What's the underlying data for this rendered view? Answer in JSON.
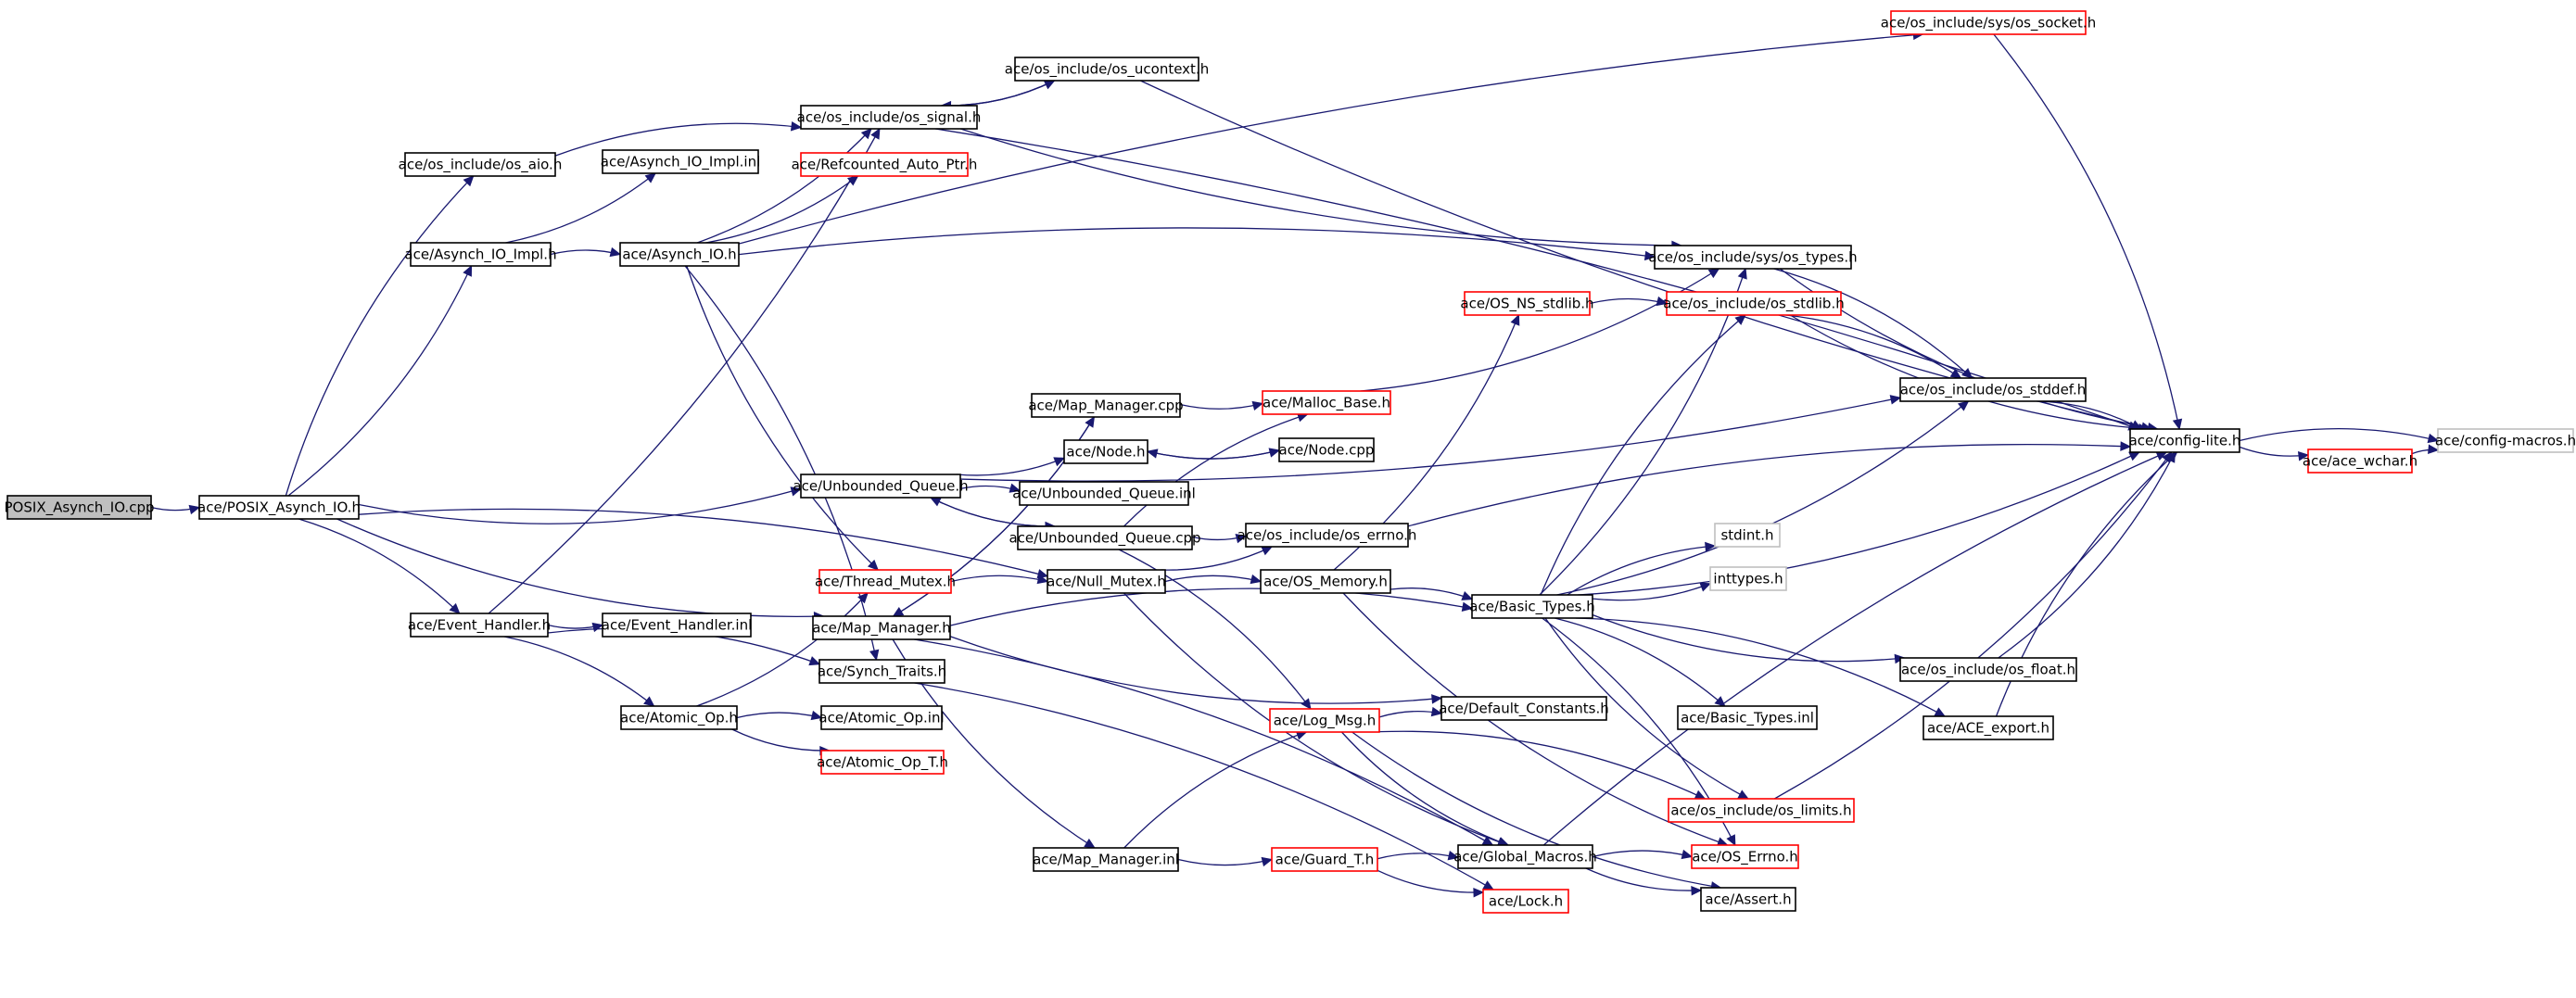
{
  "style": {
    "edge_color": "#191970",
    "border_normal": "#000000",
    "border_truncated": "#ff0000",
    "border_external": "#bfbfbf",
    "root_fill": "#bfbfbf"
  },
  "nodes": [
    {
      "id": "root",
      "label": "POSIX_Asynch_IO.cpp",
      "kind": "root"
    },
    {
      "id": "posix_asynch_io_h",
      "label": "ace/POSIX_Asynch_IO.h",
      "kind": "normal"
    },
    {
      "id": "os_aio",
      "label": "ace/os_include/os_aio.h",
      "kind": "normal"
    },
    {
      "id": "asynch_io_impl_h",
      "label": "ace/Asynch_IO_Impl.h",
      "kind": "normal"
    },
    {
      "id": "event_handler_h",
      "label": "ace/Event_Handler.h",
      "kind": "normal"
    },
    {
      "id": "asynch_io_impl_inl",
      "label": "ace/Asynch_IO_Impl.inl",
      "kind": "normal"
    },
    {
      "id": "asynch_io_h",
      "label": "ace/Asynch_IO.h",
      "kind": "normal"
    },
    {
      "id": "event_handler_inl",
      "label": "ace/Event_Handler.inl",
      "kind": "normal"
    },
    {
      "id": "atomic_op_h",
      "label": "ace/Atomic_Op.h",
      "kind": "normal"
    },
    {
      "id": "os_socket",
      "label": "ace/os_include/sys/os_socket.h",
      "kind": "truncated"
    },
    {
      "id": "os_ucontext",
      "label": "ace/os_include/os_ucontext.h",
      "kind": "normal"
    },
    {
      "id": "os_signal",
      "label": "ace/os_include/os_signal.h",
      "kind": "normal"
    },
    {
      "id": "refcounted",
      "label": "ace/Refcounted_Auto_Ptr.h",
      "kind": "truncated"
    },
    {
      "id": "unbounded_queue_h",
      "label": "ace/Unbounded_Queue.h",
      "kind": "normal"
    },
    {
      "id": "thread_mutex",
      "label": "ace/Thread_Mutex.h",
      "kind": "truncated"
    },
    {
      "id": "map_manager_h",
      "label": "ace/Map_Manager.h",
      "kind": "normal"
    },
    {
      "id": "synch_traits",
      "label": "ace/Synch_Traits.h",
      "kind": "normal"
    },
    {
      "id": "atomic_op_inl",
      "label": "ace/Atomic_Op.inl",
      "kind": "normal"
    },
    {
      "id": "atomic_op_t",
      "label": "ace/Atomic_Op_T.h",
      "kind": "truncated"
    },
    {
      "id": "map_manager_cpp",
      "label": "ace/Map_Manager.cpp",
      "kind": "normal"
    },
    {
      "id": "node_h",
      "label": "ace/Node.h",
      "kind": "normal"
    },
    {
      "id": "unbounded_queue_inl",
      "label": "ace/Unbounded_Queue.inl",
      "kind": "normal"
    },
    {
      "id": "unbounded_queue_cpp",
      "label": "ace/Unbounded_Queue.cpp",
      "kind": "normal"
    },
    {
      "id": "null_mutex",
      "label": "ace/Null_Mutex.h",
      "kind": "normal"
    },
    {
      "id": "map_manager_inl",
      "label": "ace/Map_Manager.inl",
      "kind": "normal"
    },
    {
      "id": "malloc_base",
      "label": "ace/Malloc_Base.h",
      "kind": "truncated"
    },
    {
      "id": "node_cpp",
      "label": "ace/Node.cpp",
      "kind": "normal"
    },
    {
      "id": "os_errno",
      "label": "ace/os_include/os_errno.h",
      "kind": "normal"
    },
    {
      "id": "os_memory",
      "label": "ace/OS_Memory.h",
      "kind": "normal"
    },
    {
      "id": "log_msg",
      "label": "ace/Log_Msg.h",
      "kind": "truncated"
    },
    {
      "id": "guard_t",
      "label": "ace/Guard_T.h",
      "kind": "truncated"
    },
    {
      "id": "os_ns_stdlib",
      "label": "ace/OS_NS_stdlib.h",
      "kind": "truncated"
    },
    {
      "id": "default_constants",
      "label": "ace/Default_Constants.h",
      "kind": "normal"
    },
    {
      "id": "global_macros",
      "label": "ace/Global_Macros.h",
      "kind": "normal"
    },
    {
      "id": "lock_h",
      "label": "ace/Lock.h",
      "kind": "truncated"
    },
    {
      "id": "basic_types_h",
      "label": "ace/Basic_Types.h",
      "kind": "normal"
    },
    {
      "id": "os_types",
      "label": "ace/os_include/sys/os_types.h",
      "kind": "normal"
    },
    {
      "id": "os_stdlib",
      "label": "ace/os_include/os_stdlib.h",
      "kind": "truncated"
    },
    {
      "id": "stdint",
      "label": "stdint.h",
      "kind": "external"
    },
    {
      "id": "inttypes",
      "label": "inttypes.h",
      "kind": "external"
    },
    {
      "id": "basic_types_inl",
      "label": "ace/Basic_Types.inl",
      "kind": "normal"
    },
    {
      "id": "os_limits",
      "label": "ace/os_include/os_limits.h",
      "kind": "truncated"
    },
    {
      "id": "os_errno_h",
      "label": "ace/OS_Errno.h",
      "kind": "truncated"
    },
    {
      "id": "assert_h",
      "label": "ace/Assert.h",
      "kind": "normal"
    },
    {
      "id": "os_stddef",
      "label": "ace/os_include/os_stddef.h",
      "kind": "normal"
    },
    {
      "id": "os_float",
      "label": "ace/os_include/os_float.h",
      "kind": "normal"
    },
    {
      "id": "ace_export",
      "label": "ace/ACE_export.h",
      "kind": "normal"
    },
    {
      "id": "config_lite",
      "label": "ace/config-lite.h",
      "kind": "normal"
    },
    {
      "id": "ace_wchar",
      "label": "ace/ace_wchar.h",
      "kind": "truncated"
    },
    {
      "id": "config_macros",
      "label": "ace/config-macros.h",
      "kind": "external"
    }
  ],
  "edges": [
    [
      "root",
      "posix_asynch_io_h"
    ],
    [
      "posix_asynch_io_h",
      "os_aio"
    ],
    [
      "posix_asynch_io_h",
      "asynch_io_impl_h"
    ],
    [
      "posix_asynch_io_h",
      "event_handler_h"
    ],
    [
      "posix_asynch_io_h",
      "unbounded_queue_h"
    ],
    [
      "posix_asynch_io_h",
      "null_mutex"
    ],
    [
      "posix_asynch_io_h",
      "map_manager_h"
    ],
    [
      "os_aio",
      "os_signal"
    ],
    [
      "asynch_io_impl_h",
      "asynch_io_impl_inl"
    ],
    [
      "asynch_io_impl_h",
      "asynch_io_h"
    ],
    [
      "asynch_io_h",
      "os_signal"
    ],
    [
      "asynch_io_h",
      "os_socket"
    ],
    [
      "asynch_io_h",
      "refcounted"
    ],
    [
      "asynch_io_h",
      "os_types"
    ],
    [
      "asynch_io_h",
      "thread_mutex"
    ],
    [
      "asynch_io_h",
      "synch_traits"
    ],
    [
      "os_signal",
      "os_ucontext"
    ],
    [
      "os_ucontext",
      "os_signal"
    ],
    [
      "os_signal",
      "os_types"
    ],
    [
      "os_signal",
      "config_lite"
    ],
    [
      "os_ucontext",
      "config_lite"
    ],
    [
      "os_socket",
      "config_lite"
    ],
    [
      "event_handler_h",
      "event_handler_inl"
    ],
    [
      "event_handler_h",
      "atomic_op_h"
    ],
    [
      "event_handler_h",
      "os_signal"
    ],
    [
      "event_handler_h",
      "synch_traits"
    ],
    [
      "atomic_op_h",
      "thread_mutex"
    ],
    [
      "atomic_op_h",
      "atomic_op_inl"
    ],
    [
      "atomic_op_h",
      "atomic_op_t"
    ],
    [
      "thread_mutex",
      "null_mutex"
    ],
    [
      "unbounded_queue_h",
      "node_h"
    ],
    [
      "unbounded_queue_h",
      "unbounded_queue_inl"
    ],
    [
      "unbounded_queue_h",
      "unbounded_queue_cpp"
    ],
    [
      "unbounded_queue_cpp",
      "unbounded_queue_h"
    ],
    [
      "unbounded_queue_h",
      "os_stddef"
    ],
    [
      "unbounded_queue_cpp",
      "malloc_base"
    ],
    [
      "unbounded_queue_cpp",
      "os_errno"
    ],
    [
      "unbounded_queue_cpp",
      "log_msg"
    ],
    [
      "node_h",
      "node_cpp"
    ],
    [
      "node_cpp",
      "node_h"
    ],
    [
      "map_manager_h",
      "map_manager_cpp"
    ],
    [
      "map_manager_cpp",
      "map_manager_h"
    ],
    [
      "map_manager_cpp",
      "malloc_base"
    ],
    [
      "map_manager_h",
      "basic_types_h"
    ],
    [
      "map_manager_h",
      "default_constants"
    ],
    [
      "map_manager_h",
      "global_macros"
    ],
    [
      "map_manager_h",
      "map_manager_inl"
    ],
    [
      "map_manager_inl",
      "log_msg"
    ],
    [
      "map_manager_inl",
      "guard_t"
    ],
    [
      "synch_traits",
      "lock_h"
    ],
    [
      "null_mutex",
      "os_errno"
    ],
    [
      "null_mutex",
      "os_memory"
    ],
    [
      "null_mutex",
      "global_macros"
    ],
    [
      "os_errno",
      "config_lite"
    ],
    [
      "os_memory",
      "os_ns_stdlib"
    ],
    [
      "os_memory",
      "basic_types_h"
    ],
    [
      "os_memory",
      "os_errno_h"
    ],
    [
      "os_ns_stdlib",
      "os_stdlib"
    ],
    [
      "malloc_base",
      "os_types"
    ],
    [
      "log_msg",
      "default_constants"
    ],
    [
      "log_msg",
      "global_macros"
    ],
    [
      "log_msg",
      "os_limits"
    ],
    [
      "log_msg",
      "assert_h"
    ],
    [
      "guard_t",
      "global_macros"
    ],
    [
      "guard_t",
      "lock_h"
    ],
    [
      "global_macros",
      "os_errno_h"
    ],
    [
      "global_macros",
      "assert_h"
    ],
    [
      "global_macros",
      "config_lite"
    ],
    [
      "basic_types_h",
      "os_types"
    ],
    [
      "basic_types_h",
      "os_stdlib"
    ],
    [
      "basic_types_h",
      "os_stddef"
    ],
    [
      "basic_types_h",
      "stdint"
    ],
    [
      "basic_types_h",
      "inttypes"
    ],
    [
      "basic_types_h",
      "basic_types_inl"
    ],
    [
      "basic_types_h",
      "os_float"
    ],
    [
      "basic_types_h",
      "ace_export"
    ],
    [
      "basic_types_h",
      "os_limits"
    ],
    [
      "basic_types_h",
      "os_errno_h"
    ],
    [
      "basic_types_h",
      "config_lite"
    ],
    [
      "os_types",
      "os_stddef"
    ],
    [
      "os_types",
      "config_lite"
    ],
    [
      "os_stdlib",
      "os_stddef"
    ],
    [
      "os_stdlib",
      "config_lite"
    ],
    [
      "os_stddef",
      "config_lite"
    ],
    [
      "os_float",
      "config_lite"
    ],
    [
      "ace_export",
      "config_lite"
    ],
    [
      "os_limits",
      "config_lite"
    ],
    [
      "config_lite",
      "config_macros"
    ],
    [
      "config_lite",
      "ace_wchar"
    ],
    [
      "ace_wchar",
      "config_macros"
    ]
  ]
}
